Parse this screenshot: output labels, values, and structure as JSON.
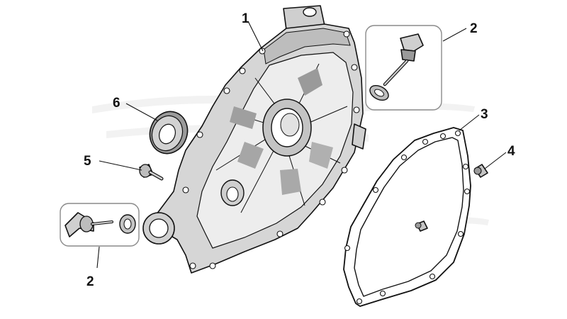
{
  "callouts": [
    {
      "id": "crankcase-cover",
      "label": "1"
    },
    {
      "id": "oil-dipstick-upper",
      "label": "2"
    },
    {
      "id": "gasket",
      "label": "3"
    },
    {
      "id": "dowel-pin",
      "label": "4"
    },
    {
      "id": "bolt",
      "label": "5"
    },
    {
      "id": "oil-seal",
      "label": "6"
    },
    {
      "id": "oil-dipstick-lower",
      "label": "2"
    }
  ],
  "colors": {
    "line": "#111111",
    "part_fill": "#d9d9d9",
    "shade": "#bdbdbd",
    "dark": "#8e8e8e",
    "box_border": "#8a8a8a",
    "watermark": "#e6e6e6"
  }
}
